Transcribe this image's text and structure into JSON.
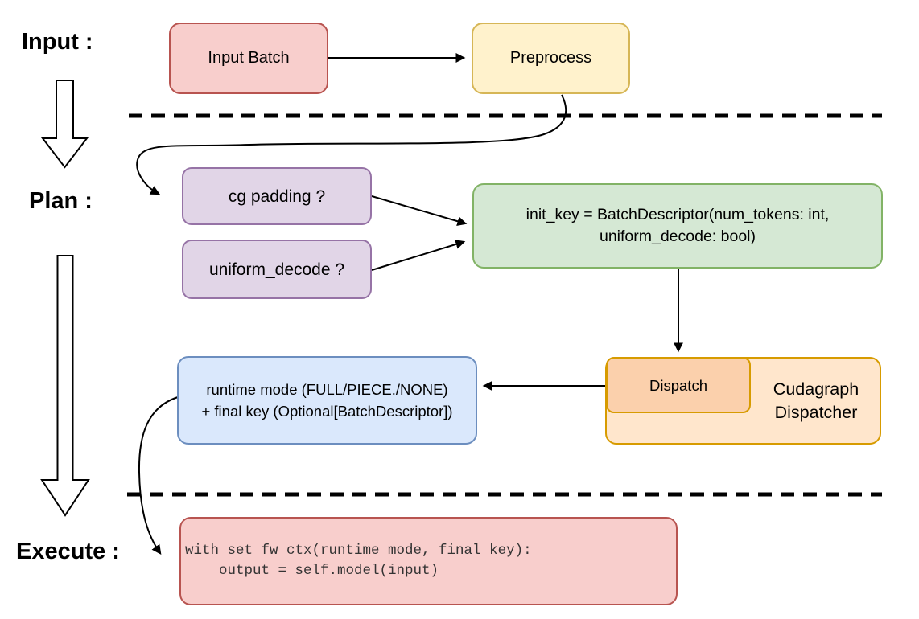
{
  "stage_labels": {
    "input": "Input :",
    "plan": "Plan :",
    "execute": "Execute :"
  },
  "nodes": {
    "input_batch": {
      "label": "Input Batch"
    },
    "preprocess": {
      "label": "Preprocess"
    },
    "cg_padding": {
      "label": "cg padding ?"
    },
    "uniform_decode": {
      "label": "uniform_decode ?"
    },
    "init_key": {
      "line1": "init_key = BatchDescriptor(num_tokens: int,",
      "line2": "uniform_decode: bool)"
    },
    "dispatch": {
      "label": "Dispatch"
    },
    "cudagraph_dispatcher": {
      "line1": "Cudagraph",
      "line2": "Dispatcher"
    },
    "runtime_mode": {
      "line1": "runtime mode (FULL/PIECE./NONE)",
      "line2": "+ final key (Optional[BatchDescriptor])"
    },
    "execute_code": {
      "line1": "with set_fw_ctx(runtime_mode, final_key):",
      "line2": "    output = self.model(input)"
    }
  },
  "colors": {
    "background": "#FFFFFF",
    "connector": "#000000",
    "node_red_fill": "#F8CECC",
    "node_red_stroke": "#B85450",
    "node_yellow_fill": "#FFF2CC",
    "node_yellow_stroke": "#D6B656",
    "node_purple_fill": "#E1D5E7",
    "node_purple_stroke": "#9673A6",
    "node_green_fill": "#D5E8D4",
    "node_green_stroke": "#82B366",
    "node_blue_fill": "#DAE8FC",
    "node_blue_stroke": "#6C8EBF",
    "node_orange_fill": "#FFE6CC",
    "node_orange_inner_fill": "#FBD0AC",
    "node_orange_stroke": "#D79B00"
  }
}
